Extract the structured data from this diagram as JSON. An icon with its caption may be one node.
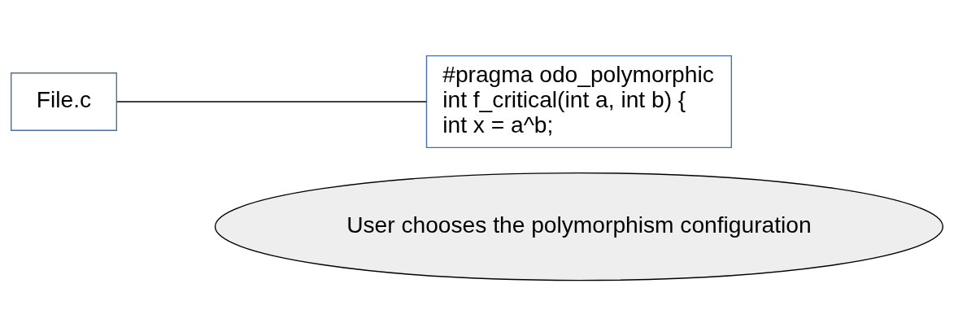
{
  "diagram": {
    "nodes": [
      {
        "text": [
          "File.c"
        ]
      },
      {
        "text": [
          "#pragma odo_polymorphic",
          "int f_critical(int a, int b) {",
          "int x = a^b;"
        ]
      },
      {
        "text": [
          "User chooses the polymorphism configuration"
        ]
      }
    ],
    "edges": [
      {
        "from": 0,
        "to": 1,
        "arrow": "none"
      }
    ]
  }
}
